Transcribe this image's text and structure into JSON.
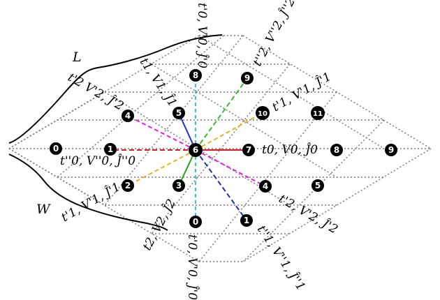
{
  "side_labels": {
    "L": "L",
    "W": "W"
  },
  "nodes": {
    "n8_top": "8",
    "n9_top": "9",
    "n5_up": "5",
    "n4_left": "4",
    "n10": "10",
    "n11": "11",
    "n0_left": "0",
    "n1_left": "1",
    "n6_center": "6",
    "n7": "7",
    "n8_right": "8",
    "n9_right": "9",
    "n2": "2",
    "n3": "3",
    "n4_lower": "4",
    "n5_lower": "5",
    "n0_bottom": "0",
    "n1_bottom": "1"
  },
  "labels": {
    "top_vert": "t'0, V'0, Ĵ'0",
    "t1_V1_J1": "t1, V1, Ĵ1",
    "t2pp": "t''2, V''2, Ĵ''2",
    "t2p_left": "t'2 V'2, Ĵ'2",
    "t1p_right": "t'1, V'1, Ĵ'1",
    "t0pp": "t''0, V''0, Ĵ''0",
    "t0_V0_J0": "t0, V0, Ĵ0",
    "t1p_left": "t'1, V'1, Ĵ'1",
    "t2p_right": "t'2, V'2, Ĵ'2",
    "t2_V2_J2": "t2, V2, Ĵ2",
    "t0p_bottom": "t'0, V'0, Ĵ'0",
    "t1pp": "t''1, V''1, Ĵ''1"
  },
  "colors": {
    "grid": "#7a7a7a",
    "red": "#e8141c",
    "blue": "#1c2fd6",
    "green": "#21a421",
    "cyan": "#38c8c8",
    "magenta": "#e81ee8",
    "orange": "#e8b21e",
    "green_dashed": "#2fbf2f",
    "navy_dashed": "#1c2fb8"
  }
}
